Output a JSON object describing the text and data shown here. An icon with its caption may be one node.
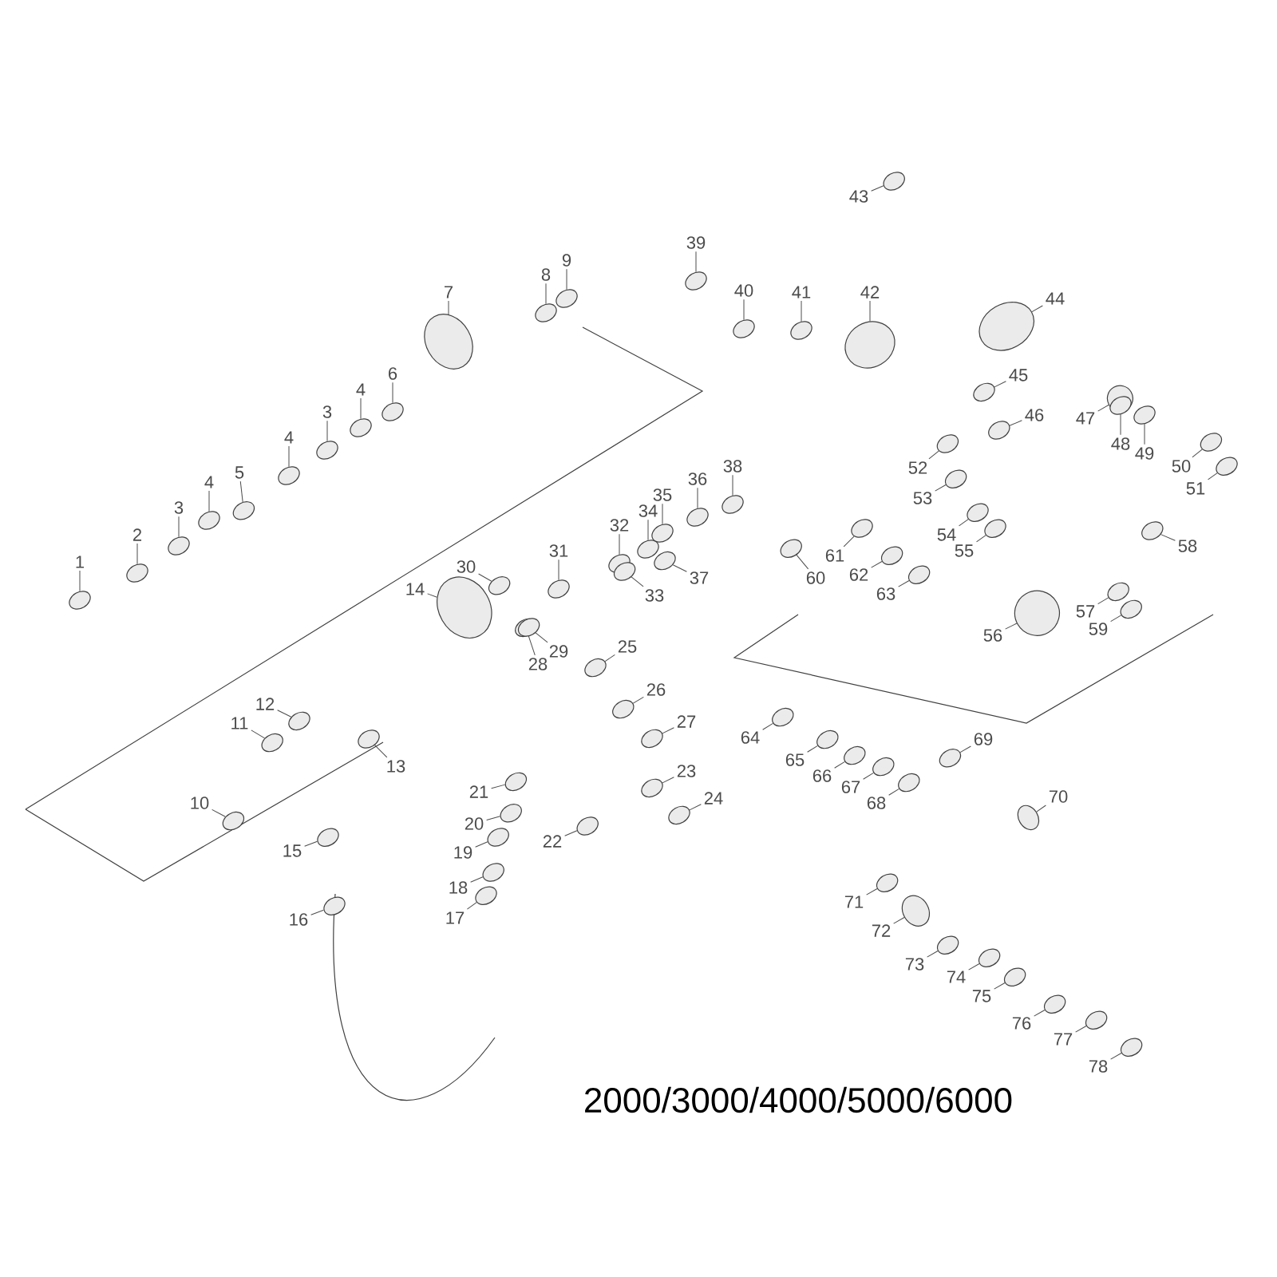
{
  "diagram": {
    "nodes": [
      {
        "text": [
          "1"
        ]
      },
      {
        "text": [
          "2"
        ]
      },
      {
        "text": [
          "3"
        ]
      },
      {
        "text": [
          "4"
        ]
      },
      {
        "text": [
          "5"
        ]
      },
      {
        "text": [
          "4"
        ]
      },
      {
        "text": [
          "3"
        ]
      },
      {
        "text": [
          "4"
        ]
      },
      {
        "text": [
          "6"
        ]
      },
      {
        "text": [
          "7"
        ]
      },
      {
        "text": [
          "8"
        ]
      },
      {
        "text": [
          "9"
        ]
      },
      {
        "text": [
          "10"
        ]
      },
      {
        "text": [
          "11"
        ]
      },
      {
        "text": [
          "12"
        ]
      },
      {
        "text": [
          "13"
        ]
      },
      {
        "text": [
          "14"
        ]
      },
      {
        "text": [
          "15"
        ]
      },
      {
        "text": [
          "16"
        ]
      },
      {
        "text": [
          "17"
        ]
      },
      {
        "text": [
          "18"
        ]
      },
      {
        "text": [
          "19"
        ]
      },
      {
        "text": [
          "20"
        ]
      },
      {
        "text": [
          "21"
        ]
      },
      {
        "text": [
          "22"
        ]
      },
      {
        "text": [
          "23"
        ]
      },
      {
        "text": [
          "24"
        ]
      },
      {
        "text": [
          "25"
        ]
      },
      {
        "text": [
          "26"
        ]
      },
      {
        "text": [
          "27"
        ]
      },
      {
        "text": [
          "28"
        ]
      },
      {
        "text": [
          "29"
        ]
      },
      {
        "text": [
          "30"
        ]
      },
      {
        "text": [
          "31"
        ]
      },
      {
        "text": [
          "32"
        ]
      },
      {
        "text": [
          "33"
        ]
      },
      {
        "text": [
          "34"
        ]
      },
      {
        "text": [
          "35"
        ]
      },
      {
        "text": [
          "36"
        ]
      },
      {
        "text": [
          "37"
        ]
      },
      {
        "text": [
          "38"
        ]
      },
      {
        "text": [
          "39"
        ]
      },
      {
        "text": [
          "40"
        ]
      },
      {
        "text": [
          "41"
        ]
      },
      {
        "text": [
          "42"
        ]
      },
      {
        "text": [
          "43"
        ]
      },
      {
        "text": [
          "44"
        ]
      },
      {
        "text": [
          "45"
        ]
      },
      {
        "text": [
          "46"
        ]
      },
      {
        "text": [
          "47"
        ]
      },
      {
        "text": [
          "48"
        ]
      },
      {
        "text": [
          "49"
        ]
      },
      {
        "text": [
          "50"
        ]
      },
      {
        "text": [
          "51"
        ]
      },
      {
        "text": [
          "52"
        ]
      },
      {
        "text": [
          "53"
        ]
      },
      {
        "text": [
          "54"
        ]
      },
      {
        "text": [
          "55"
        ]
      },
      {
        "text": [
          "56"
        ]
      },
      {
        "text": [
          "57"
        ]
      },
      {
        "text": [
          "58"
        ]
      },
      {
        "text": [
          "59"
        ]
      },
      {
        "text": [
          "60"
        ]
      },
      {
        "text": [
          "61"
        ]
      },
      {
        "text": [
          "62"
        ]
      },
      {
        "text": [
          "63"
        ]
      },
      {
        "text": [
          "64"
        ]
      },
      {
        "text": [
          "65"
        ]
      },
      {
        "text": [
          "66"
        ]
      },
      {
        "text": [
          "67"
        ]
      },
      {
        "text": [
          "68"
        ]
      },
      {
        "text": [
          "69"
        ]
      },
      {
        "text": [
          "70"
        ]
      },
      {
        "text": [
          "71"
        ]
      },
      {
        "text": [
          "72"
        ]
      },
      {
        "text": [
          "73"
        ]
      },
      {
        "text": [
          "74"
        ]
      },
      {
        "text": [
          "75"
        ]
      },
      {
        "text": [
          "76"
        ]
      },
      {
        "text": [
          "77"
        ]
      },
      {
        "text": [
          "78"
        ]
      },
      {
        "text": [],
        "shape": "circle"
      },
      {
        "text": [],
        "shape": "circle"
      },
      {
        "text": [],
        "shape": "circle"
      },
      {
        "text": [],
        "shape": "circle"
      },
      {
        "text": [],
        "shape": "circle"
      },
      {
        "text": [],
        "shape": "circle"
      },
      {
        "text": [],
        "shape": "circle"
      },
      {
        "text": [],
        "shape": "circle"
      },
      {
        "text": [],
        "shape": "circle"
      },
      {
        "text": [],
        "shape": "circle"
      },
      {
        "text": [],
        "shape": "circle"
      },
      {
        "text": [],
        "shape": "circle"
      },
      {
        "text": [],
        "shape": "circle"
      },
      {
        "text": [],
        "shape": "circle"
      },
      {
        "text": [],
        "shape": "circle"
      },
      {
        "text": [],
        "shape": "circle"
      },
      {
        "text": [],
        "shape": "circle"
      },
      {
        "text": [],
        "shape": "circle"
      },
      {
        "text": [],
        "shape": "circle"
      },
      {
        "text": [],
        "shape": "circle"
      },
      {
        "text": [],
        "shape": "circle"
      },
      {
        "text": [],
        "shape": "circle"
      },
      {
        "text": [],
        "shape": "circle"
      },
      {
        "text": [],
        "shape": "circle"
      },
      {
        "text": [],
        "shape": "circle"
      },
      {
        "text": [],
        "shape": "circle"
      },
      {
        "text": [],
        "shape": "circle"
      },
      {
        "text": [],
        "shape": "circle"
      },
      {
        "text": [],
        "shape": "circle"
      },
      {
        "text": [],
        "shape": "circle"
      },
      {
        "text": [],
        "shape": "circle"
      },
      {
        "text": [],
        "shape": "circle"
      },
      {
        "text": [],
        "shape": "circle"
      },
      {
        "text": [],
        "shape": "circle"
      },
      {
        "text": [],
        "shape": "circle"
      },
      {
        "text": [],
        "shape": "circle"
      },
      {
        "text": [],
        "shape": "circle"
      },
      {
        "text": [],
        "shape": "circle"
      },
      {
        "text": [],
        "shape": "circle"
      },
      {
        "text": [],
        "shape": "circle"
      },
      {
        "text": [],
        "shape": "circle"
      },
      {
        "text": [],
        "shape": "circle"
      },
      {
        "text": [],
        "shape": "circle"
      },
      {
        "text": [],
        "shape": "circle"
      },
      {
        "text": [],
        "shape": "circle"
      },
      {
        "text": [],
        "shape": "circle"
      },
      {
        "text": [],
        "shape": "circle"
      },
      {
        "text": [],
        "shape": "circle"
      },
      {
        "text": [],
        "shape": "circle"
      },
      {
        "text": [],
        "shape": "circle"
      },
      {
        "text": [],
        "shape": "circle"
      },
      {
        "text": [],
        "shape": "circle"
      },
      {
        "text": [],
        "shape": "circle"
      },
      {
        "text": [],
        "shape": "circle"
      },
      {
        "text": [],
        "shape": "circle"
      },
      {
        "text": [],
        "shape": "circle"
      },
      {
        "text": [],
        "shape": "circle"
      },
      {
        "text": [],
        "shape": "circle"
      },
      {
        "text": [],
        "shape": "circle"
      },
      {
        "text": [],
        "shape": "circle"
      },
      {
        "text": [],
        "shape": "circle"
      },
      {
        "text": [],
        "shape": "circle"
      },
      {
        "text": [],
        "shape": "circle"
      },
      {
        "text": [],
        "shape": "circle"
      },
      {
        "text": [],
        "shape": "circle"
      },
      {
        "text": [],
        "shape": "circle"
      },
      {
        "text": [],
        "shape": "circle"
      },
      {
        "text": [],
        "shape": "circle"
      },
      {
        "text": [],
        "shape": "circle"
      },
      {
        "text": [],
        "shape": "circle"
      },
      {
        "text": [],
        "shape": "circle"
      },
      {
        "text": [],
        "shape": "circle"
      },
      {
        "text": [],
        "shape": "circle"
      },
      {
        "text": [],
        "shape": "circle"
      },
      {
        "text": [],
        "shape": "circle"
      },
      {
        "text": [],
        "shape": "circle"
      },
      {
        "text": [],
        "shape": "circle"
      },
      {
        "text": [],
        "shape": "circle"
      },
      {
        "text": [],
        "shape": "circle"
      },
      {
        "text": [],
        "shape": "circle"
      },
      {
        "text": [],
        "shape": "circle"
      }
    ],
    "edges": [
      {
        "from": 0,
        "to": 81,
        "arrow": "none"
      },
      {
        "from": 1,
        "to": 82,
        "arrow": "none"
      },
      {
        "from": 2,
        "to": 83,
        "arrow": "none"
      },
      {
        "from": 3,
        "to": 84,
        "arrow": "none"
      },
      {
        "from": 4,
        "to": 85,
        "arrow": "none"
      },
      {
        "from": 5,
        "to": 86,
        "arrow": "none"
      },
      {
        "from": 6,
        "to": 87,
        "arrow": "none"
      },
      {
        "from": 7,
        "to": 88,
        "arrow": "none"
      },
      {
        "from": 8,
        "to": 89,
        "arrow": "none"
      },
      {
        "from": 9,
        "to": 90,
        "arrow": "none"
      },
      {
        "from": 10,
        "to": 91,
        "arrow": "none"
      },
      {
        "from": 11,
        "to": 92,
        "arrow": "none"
      },
      {
        "from": 12,
        "to": 93,
        "arrow": "none"
      },
      {
        "from": 13,
        "to": 94,
        "arrow": "none"
      },
      {
        "from": 14,
        "to": 95,
        "arrow": "none"
      },
      {
        "from": 15,
        "to": 96,
        "arrow": "none"
      },
      {
        "from": 16,
        "to": 97,
        "arrow": "none"
      },
      {
        "from": 17,
        "to": 98,
        "arrow": "none"
      },
      {
        "from": 18,
        "to": 99,
        "arrow": "none"
      },
      {
        "from": 19,
        "to": 100,
        "arrow": "none"
      },
      {
        "from": 20,
        "to": 101,
        "arrow": "none"
      },
      {
        "from": 21,
        "to": 102,
        "arrow": "none"
      },
      {
        "from": 22,
        "to": 103,
        "arrow": "none"
      },
      {
        "from": 23,
        "to": 104,
        "arrow": "none"
      },
      {
        "from": 24,
        "to": 105,
        "arrow": "none"
      },
      {
        "from": 25,
        "to": 106,
        "arrow": "none"
      },
      {
        "from": 26,
        "to": 107,
        "arrow": "none"
      },
      {
        "from": 27,
        "to": 108,
        "arrow": "none"
      },
      {
        "from": 28,
        "to": 109,
        "arrow": "none"
      },
      {
        "from": 29,
        "to": 110,
        "arrow": "none"
      },
      {
        "from": 30,
        "to": 111,
        "arrow": "none"
      },
      {
        "from": 31,
        "to": 112,
        "arrow": "none"
      },
      {
        "from": 32,
        "to": 113,
        "arrow": "none"
      },
      {
        "from": 33,
        "to": 114,
        "arrow": "none"
      },
      {
        "from": 34,
        "to": 115,
        "arrow": "none"
      },
      {
        "from": 35,
        "to": 116,
        "arrow": "none"
      },
      {
        "from": 36,
        "to": 117,
        "arrow": "none"
      },
      {
        "from": 37,
        "to": 118,
        "arrow": "none"
      },
      {
        "from": 38,
        "to": 119,
        "arrow": "none"
      },
      {
        "from": 39,
        "to": 120,
        "arrow": "none"
      },
      {
        "from": 40,
        "to": 121,
        "arrow": "none"
      },
      {
        "from": 41,
        "to": 122,
        "arrow": "none"
      },
      {
        "from": 42,
        "to": 123,
        "arrow": "none"
      },
      {
        "from": 43,
        "to": 124,
        "arrow": "none"
      },
      {
        "from": 44,
        "to": 125,
        "arrow": "none"
      },
      {
        "from": 45,
        "to": 126,
        "arrow": "none"
      },
      {
        "from": 46,
        "to": 127,
        "arrow": "none"
      },
      {
        "from": 47,
        "to": 128,
        "arrow": "none"
      },
      {
        "from": 48,
        "to": 129,
        "arrow": "none"
      },
      {
        "from": 49,
        "to": 130,
        "arrow": "none"
      },
      {
        "from": 50,
        "to": 131,
        "arrow": "none"
      },
      {
        "from": 51,
        "to": 132,
        "arrow": "none"
      },
      {
        "from": 52,
        "to": 133,
        "arrow": "none"
      },
      {
        "from": 53,
        "to": 134,
        "arrow": "none"
      },
      {
        "from": 54,
        "to": 135,
        "arrow": "none"
      },
      {
        "from": 55,
        "to": 136,
        "arrow": "none"
      },
      {
        "from": 56,
        "to": 137,
        "arrow": "none"
      },
      {
        "from": 57,
        "to": 138,
        "arrow": "none"
      },
      {
        "from": 58,
        "to": 139,
        "arrow": "none"
      },
      {
        "from": 59,
        "to": 140,
        "arrow": "none"
      },
      {
        "from": 60,
        "to": 141,
        "arrow": "none"
      },
      {
        "from": 61,
        "to": 142,
        "arrow": "none"
      },
      {
        "from": 62,
        "to": 143,
        "arrow": "none"
      },
      {
        "from": 63,
        "to": 144,
        "arrow": "none"
      },
      {
        "from": 64,
        "to": 145,
        "arrow": "none"
      },
      {
        "from": 65,
        "to": 146,
        "arrow": "none"
      },
      {
        "from": 66,
        "to": 147,
        "arrow": "none"
      },
      {
        "from": 67,
        "to": 148,
        "arrow": "none"
      },
      {
        "from": 68,
        "to": 149,
        "arrow": "none"
      },
      {
        "from": 69,
        "to": 150,
        "arrow": "none"
      },
      {
        "from": 70,
        "to": 151,
        "arrow": "none"
      },
      {
        "from": 71,
        "to": 152,
        "arrow": "none"
      },
      {
        "from": 72,
        "to": 153,
        "arrow": "none"
      },
      {
        "from": 73,
        "to": 154,
        "arrow": "none"
      },
      {
        "from": 74,
        "to": 155,
        "arrow": "none"
      },
      {
        "from": 75,
        "to": 156,
        "arrow": "none"
      },
      {
        "from": 76,
        "to": 157,
        "arrow": "none"
      },
      {
        "from": 77,
        "to": 158,
        "arrow": "none"
      },
      {
        "from": 78,
        "to": 159,
        "arrow": "none"
      },
      {
        "from": 79,
        "to": 160,
        "arrow": "none"
      },
      {
        "from": 80,
        "to": 161,
        "arrow": "none"
      }
    ],
    "labels": [
      "2000/3000/4000/5000/6000"
    ]
  }
}
